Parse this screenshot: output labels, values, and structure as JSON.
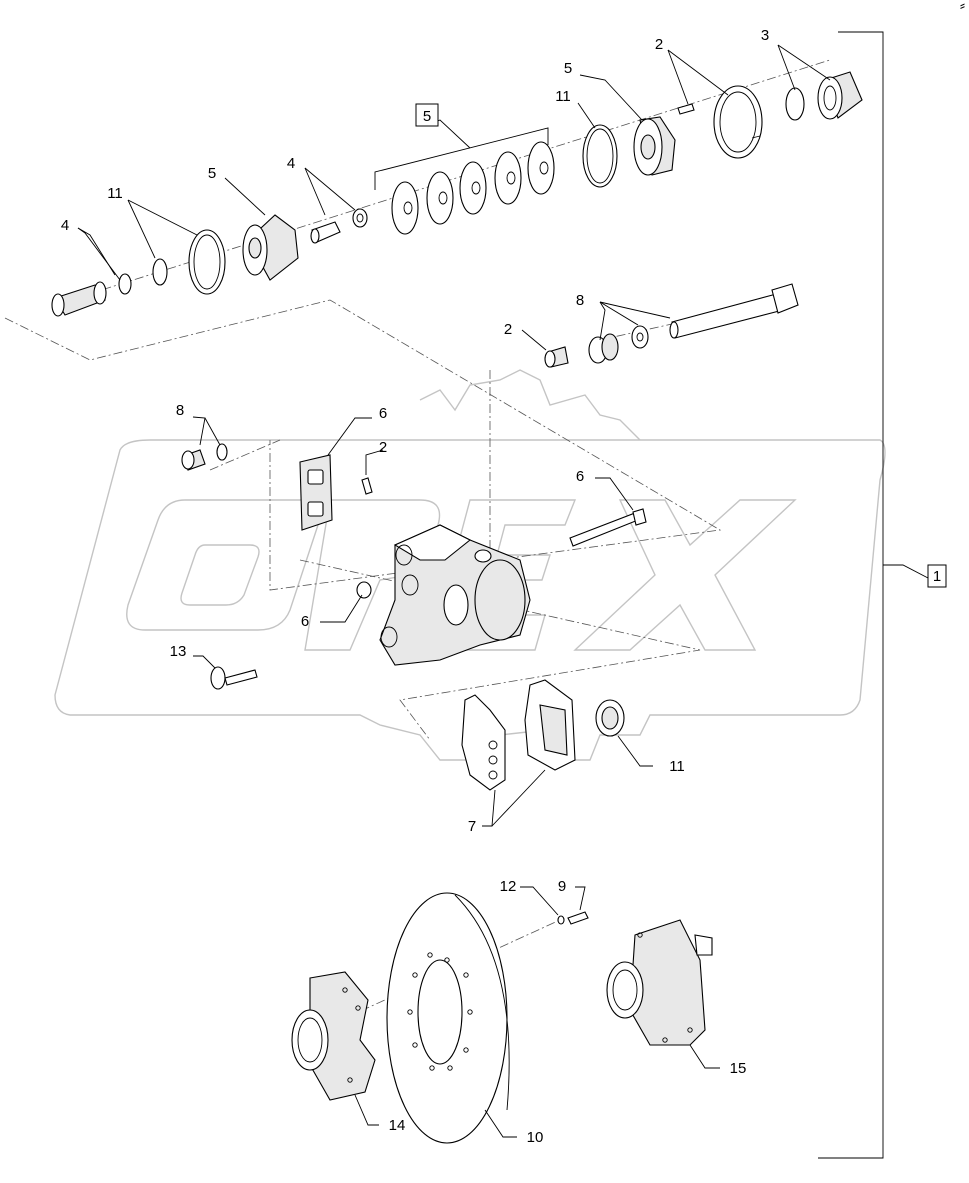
{
  "corner_mark": "⸗",
  "assembly_label": "1",
  "parts": [
    {
      "id": "p3",
      "label": "3",
      "boxed": false
    },
    {
      "id": "p2-top",
      "label": "2",
      "boxed": false
    },
    {
      "id": "p5-right",
      "label": "5",
      "boxed": false
    },
    {
      "id": "p11-right",
      "label": "11",
      "boxed": false
    },
    {
      "id": "p5-kit",
      "label": "5",
      "boxed": true
    },
    {
      "id": "p5-left",
      "label": "5",
      "boxed": false
    },
    {
      "id": "p4-mid",
      "label": "4",
      "boxed": false
    },
    {
      "id": "p11-left",
      "label": "11",
      "boxed": false
    },
    {
      "id": "p4-left",
      "label": "4",
      "boxed": false
    },
    {
      "id": "p8-top",
      "label": "8",
      "boxed": false
    },
    {
      "id": "p2-bushing",
      "label": "2",
      "boxed": false
    },
    {
      "id": "p8-left",
      "label": "8",
      "boxed": false
    },
    {
      "id": "p6-plate",
      "label": "6",
      "boxed": false
    },
    {
      "id": "p2-pin",
      "label": "2",
      "boxed": false
    },
    {
      "id": "p6-bolt",
      "label": "6",
      "boxed": false
    },
    {
      "id": "p6-nut",
      "label": "6",
      "boxed": false
    },
    {
      "id": "p13",
      "label": "13",
      "boxed": false
    },
    {
      "id": "p11-seal",
      "label": "11",
      "boxed": false
    },
    {
      "id": "p7",
      "label": "7",
      "boxed": false
    },
    {
      "id": "p12",
      "label": "12",
      "boxed": false
    },
    {
      "id": "p9",
      "label": "9",
      "boxed": false
    },
    {
      "id": "p15",
      "label": "15",
      "boxed": false
    },
    {
      "id": "p14",
      "label": "14",
      "boxed": false
    },
    {
      "id": "p10",
      "label": "10",
      "boxed": false
    }
  ]
}
